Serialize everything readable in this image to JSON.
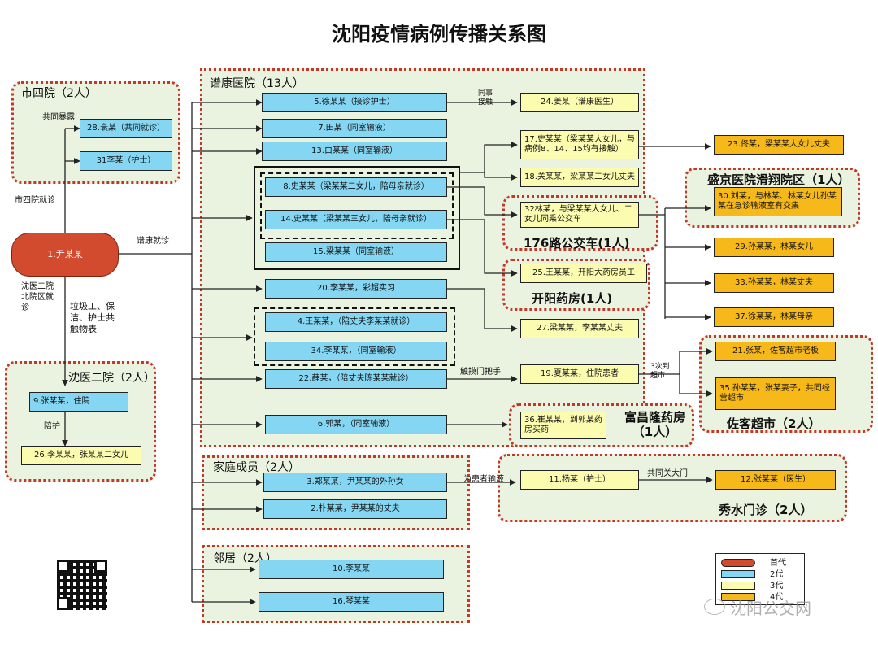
{
  "title": "沈阳疫情病例传播关系图",
  "regions": {
    "shisi": "市四院（2人）",
    "pukang": "谱康医院（13人）",
    "shenyi2": "沈医二院（2人）",
    "family": "家庭成员（2人）",
    "neighbor": "邻居（2人）",
    "shengjing": "盛京医院滑翔院区（1人）",
    "bus": "176路公交车(1人)",
    "kaiyang": "开阳药房(1人)",
    "fuchanglong": "富昌隆药房\n（1人）",
    "zuoke": "佐客超市（2人）",
    "xiushui": "秀水门诊（2人）"
  },
  "nodes": {
    "n1": "1.尹某某",
    "n28": "28.衰某（共同就诊）",
    "n31": "31李某（护士）",
    "n9": "9.张某某，住院",
    "n26": "26.李某某，张某某二女儿",
    "n5": "5.徐某某（接诊护士）",
    "n7": "7.田某（同室输液）",
    "n13": "13.白某某（同室输液）",
    "n8": "8.史某某（梁某某二女儿，陪母亲就诊）",
    "n14": "14.史某某（梁某某三女儿，陪母亲就诊）",
    "n15": "15.梁某某（同室输液）",
    "n20": "20.李某某，彩超实习",
    "n4": "4.王某某，（陪丈夫李某某就诊）",
    "n34": "34.李某某，（同室输液）",
    "n22": "22.薛某，（陪丈夫陈某某就诊）",
    "n6": "6.郭某，（同室输液）",
    "n3": "3.郑某某，尹某某的外孙女",
    "n2": "2.朴某某，尹某某的丈夫",
    "n10": "10.李某某",
    "n16": "16.琴某某",
    "n24": "24.姜某（谱康医生）",
    "n17": "17.史某某（梁某某大女儿，与病例8、14、15均有接触）",
    "n18": "18.关某某，梁某某二女儿丈夫",
    "n32": "32林某，与梁某某大女儿、二女儿同乘公交车",
    "n25": "25.王某某，开阳大药房员工",
    "n27": "27.梁某某，李某某丈夫",
    "n19": "19.夏某某，住院患者",
    "n36": "36.崔某某，到郭某药房买药",
    "n11": "11.杨某（护士）",
    "n23": "23.佟某，梁某某大女儿丈夫",
    "n30": "30.刘某，与林某、林某女儿孙某某在急诊输液室有交集",
    "n29": "29.孙某某，林某女儿",
    "n33": "33.孙某某，林某丈夫",
    "n37": "37.徐某某，林某母亲",
    "n21": "21.张某，佐客超市老板",
    "n35": "35.孙某某，张某妻子，共同经营超市",
    "n12": "12.张某某（医生）"
  },
  "edge_labels": {
    "gongtong_baolu": "共同暴露",
    "shisi_jiuzhen": "市四院就诊",
    "pukang_jiuzhen": "谱康就诊",
    "shenyi_beiyuan": "沈医二院北院区就诊",
    "lajigong": "垃圾工、保洁、护士共触物表",
    "peihu": "陪护",
    "tongshi": "同事\n接触",
    "chumo": "触摸门把手",
    "sanci": "3次到\n超市",
    "wei_huanzhe": "为患者输液",
    "gongtong_damen": "共同关大门"
  },
  "legend": {
    "items": [
      {
        "label": "首代",
        "color": "#d24b2e"
      },
      {
        "label": "2代",
        "color": "#84d6f2"
      },
      {
        "label": "3代",
        "color": "#fcfcb0"
      },
      {
        "label": "4代",
        "color": "#f7b819"
      }
    ]
  },
  "watermark": "沈阳公交网",
  "colors": {
    "gen1": "#d24b2e",
    "gen2": "#84d6f2",
    "gen3": "#fcfcb0",
    "gen4": "#f7b819",
    "region_border": "#c0392b",
    "region_fill": "#eaf3df"
  }
}
